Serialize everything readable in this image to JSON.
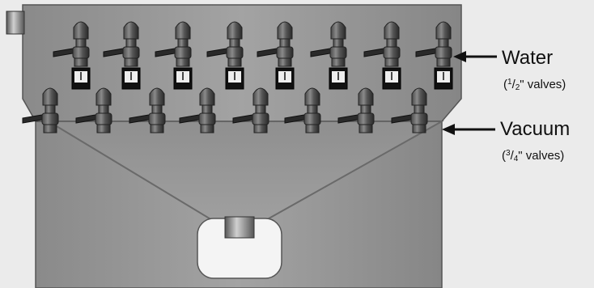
{
  "labels": {
    "water": {
      "name": "Water",
      "size_open": "(",
      "size_num": "1",
      "size_slash": "/",
      "size_den": "2",
      "size_close": "\" valves)"
    },
    "vacuum": {
      "name": "Vacuum",
      "size_open": "(",
      "size_num": "3",
      "size_slash": "/",
      "size_den": "4",
      "size_close": "\" valves)"
    }
  },
  "valve_banks": {
    "water_row_count": 8,
    "vacuum_row_count": 8
  },
  "colors": {
    "background": "#ebebeb",
    "panel": "#9a9a9a",
    "panel_dark": "#6f6f6f",
    "valve_body": "#3a3a3a",
    "arrow": "#111111"
  }
}
